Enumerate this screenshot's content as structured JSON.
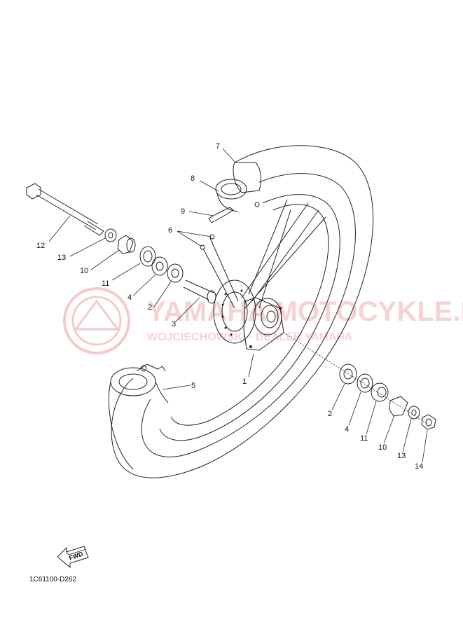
{
  "diagram": {
    "part_labels": [
      "1",
      "2",
      "3",
      "4",
      "5",
      "6",
      "7",
      "8",
      "9",
      "10",
      "11",
      "12",
      "13",
      "14",
      "2",
      "4",
      "11",
      "10",
      "13"
    ],
    "diagram_code": "1C61100-D262",
    "fwd_label": "FWD"
  },
  "watermark": {
    "brand": "YAMAHA MOTOCYKLE.PL",
    "dealer": "WOJCIECHOWSKI - DEALER YAMAHA",
    "color": "#f2b8b8"
  },
  "colors": {
    "line": "#222222",
    "background": "#ffffff"
  }
}
